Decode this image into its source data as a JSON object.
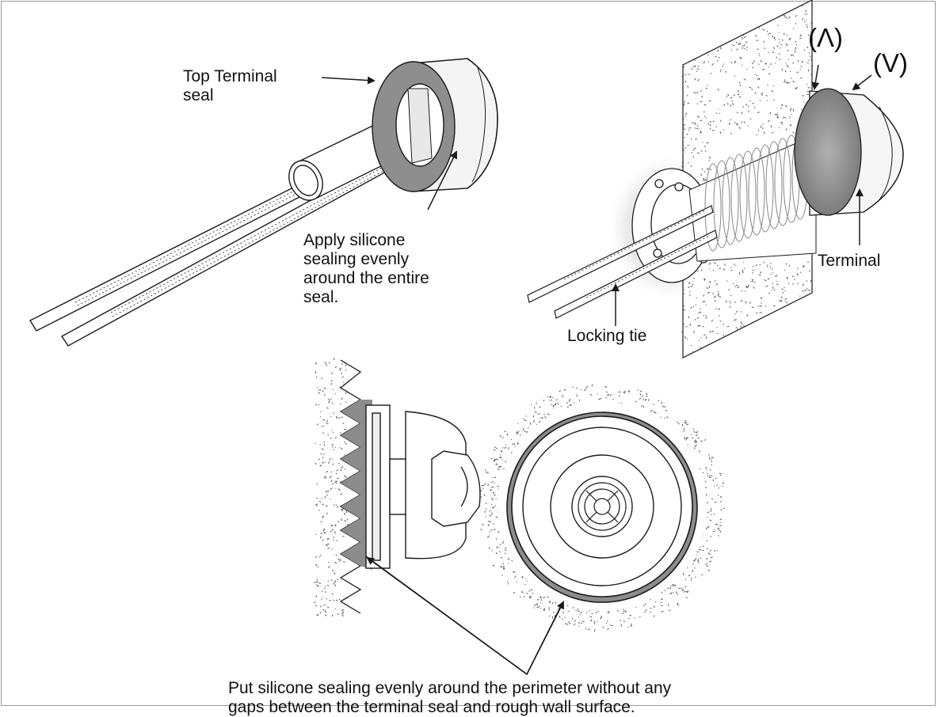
{
  "labels": {
    "top_terminal_seal": "Top Terminal\nseal",
    "apply_silicone": "Apply silicone\nsealing evenly\naround the entire\nseal.",
    "orientation_up": "(Λ)",
    "orientation_down": "(V)",
    "terminal": "Terminal",
    "locking_tie": "Locking tie",
    "put_silicone": "Put silicone sealing evenly around the perimeter without any\ngaps between the terminal seal and rough wall surface."
  },
  "colors": {
    "line": "#1a1a1a",
    "sealant_gray": "#8c8c8c",
    "wall_speckle": "#555555",
    "frame_border": "#9a9a9a"
  }
}
